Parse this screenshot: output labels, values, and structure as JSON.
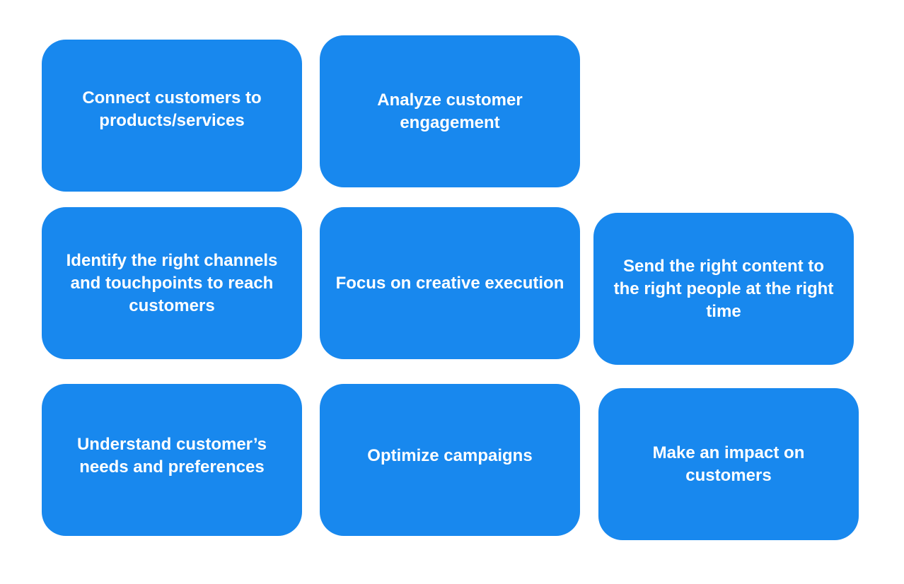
{
  "colors": {
    "card_fill": "#1888ee",
    "card_text": "#ffffff",
    "background": "#ffffff"
  },
  "cards": [
    {
      "label": "Connect customers to products/services"
    },
    {
      "label": "Analyze customer engagement"
    },
    {
      "label": "Identify the right channels and touchpoints to reach customers"
    },
    {
      "label": "Focus on creative execution"
    },
    {
      "label": "Send the right content to the right people at the right time"
    },
    {
      "label": "Understand customer’s needs and preferences"
    },
    {
      "label": "Optimize campaigns"
    },
    {
      "label": "Make an impact on customers"
    }
  ]
}
